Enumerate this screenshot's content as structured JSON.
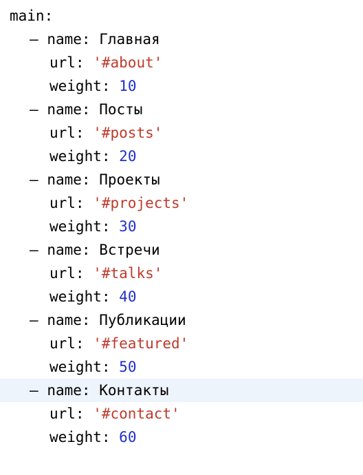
{
  "root_key": "main:",
  "colors": {
    "string": "#c0392b",
    "number": "#1f2fc8",
    "text": "#000000",
    "current_line_bg": "#eef4fb"
  },
  "entries": [
    {
      "dash": "–",
      "name_key": "name:",
      "name": "Главная",
      "url_key": "url:",
      "url": "'#about'",
      "weight_key": "weight:",
      "weight": "10"
    },
    {
      "dash": "–",
      "name_key": "name:",
      "name": "Посты",
      "url_key": "url:",
      "url": "'#posts'",
      "weight_key": "weight:",
      "weight": "20"
    },
    {
      "dash": "–",
      "name_key": "name:",
      "name": "Проекты",
      "url_key": "url:",
      "url": "'#projects'",
      "weight_key": "weight:",
      "weight": "30"
    },
    {
      "dash": "–",
      "name_key": "name:",
      "name": "Встречи",
      "url_key": "url:",
      "url": "'#talks'",
      "weight_key": "weight:",
      "weight": "40"
    },
    {
      "dash": "–",
      "name_key": "name:",
      "name": "Публикации",
      "url_key": "url:",
      "url": "'#featured'",
      "weight_key": "weight:",
      "weight": "50"
    },
    {
      "dash": "–",
      "name_key": "name:",
      "name": "Контакты",
      "url_key": "url:",
      "url": "'#contact'",
      "weight_key": "weight:",
      "weight": "60"
    }
  ]
}
